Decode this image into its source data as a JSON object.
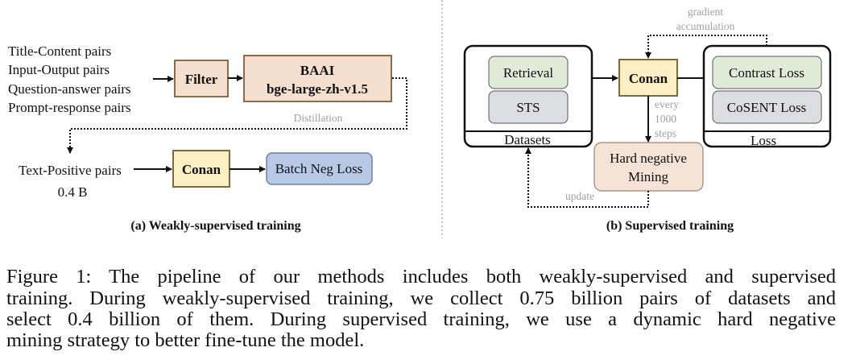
{
  "panel_a": {
    "inputs": [
      "Title-Content pairs",
      "Input-Output pairs",
      "Question-answer pairs",
      "Prompt-response pairs"
    ],
    "filter": "Filter",
    "teacher_line1": "BAAI",
    "teacher_line2": "bge-large-zh-v1.5",
    "distillation": "Distillation",
    "pairs": "Text-Positive pairs",
    "pairs_count": "0.4 B",
    "model": "Conan",
    "loss": "Batch Neg Loss",
    "caption": "(a) Weakly-supervised training"
  },
  "panel_b": {
    "datasets_title": "Datasets",
    "datasets": [
      "Retrieval",
      "STS"
    ],
    "model": "Conan",
    "loss_title": "Loss",
    "losses": [
      "Contrast Loss",
      "CoSENT Loss"
    ],
    "gradient_line1": "gradient",
    "gradient_line2": "accumulation",
    "every": [
      "every",
      "1000",
      "steps"
    ],
    "mining_line1": "Hard negative",
    "mining_line2": "Mining",
    "update": "update",
    "caption": "(b) Supervised training"
  },
  "figure_caption": {
    "lines": [
      "Figure 1: The pipeline of our methods includes both weakly-supervised and supervised",
      "training. During weakly-supervised training, we collect 0.75 billion pairs of datasets and",
      "select 0.4 billion of them. During supervised training, we use a dynamic hard negative",
      "mining strategy to better fine-tune the model."
    ]
  },
  "colors": {
    "peach": "#f5dfcf",
    "yellow": "#fcefc4",
    "blue": "#b9c8e4",
    "green": "#e2ebd9",
    "gray": "#dcdde1"
  }
}
